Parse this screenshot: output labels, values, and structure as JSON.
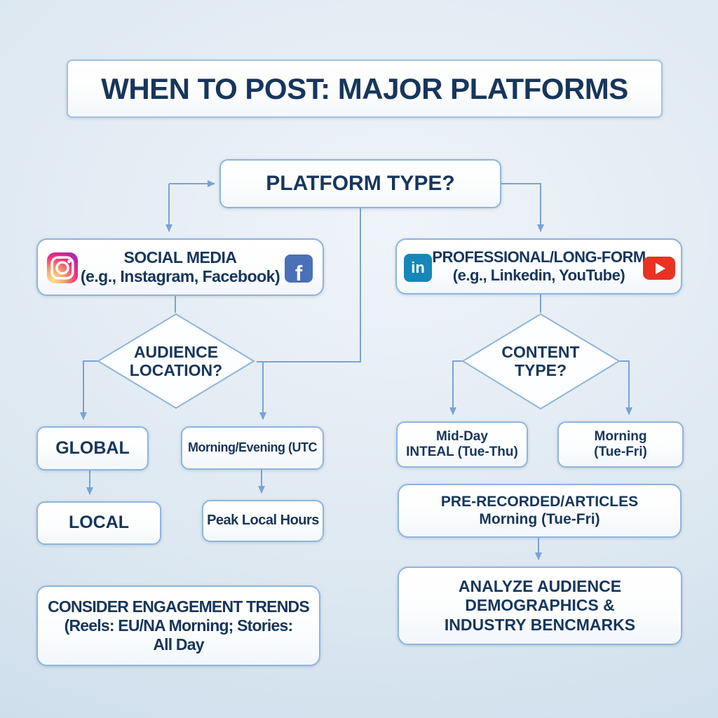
{
  "title": "WHEN TO POST: MAJOR PLATFORMS",
  "colors": {
    "background_light": "#eff4f9",
    "background_dark": "#c6d9e9",
    "node_border": "#8fb4dc",
    "connector": "#7aa2d4",
    "text": "#17365a",
    "facebook_blue": "#4a70b8",
    "linkedin_teal": "#1687b9",
    "youtube_red": "#ea3223",
    "instagram_gradient": [
      "#fee28a",
      "#f9a16b",
      "#ee2a7b",
      "#7d2bd8"
    ]
  },
  "nodes": {
    "platform_type": {
      "label": "PLATFORM TYPE?"
    },
    "social_media": {
      "line1": "SOCIAL MEDIA",
      "line2": "(e.g., Instagram, Facebook)",
      "icons": [
        "instagram-icon",
        "facebook-icon"
      ]
    },
    "professional": {
      "line1": "PROFESSIONAL/LONG-FORM",
      "line2": "(e.g., Linkedin, YouTube)",
      "icons": [
        "linkedin-icon",
        "youtube-icon"
      ]
    },
    "audience_location": {
      "line1": "AUDIENCE",
      "line2": "LOCATION?"
    },
    "content_type": {
      "line1": "CONTENT",
      "line2": "TYPE?"
    },
    "global": {
      "label": "GLOBAL"
    },
    "morning_evening": {
      "label": "Morning/Evening (UTC"
    },
    "local": {
      "label": "LOCAL"
    },
    "peak_local": {
      "label": "Peak Local Hours"
    },
    "mid_day": {
      "line1": "Mid-Day",
      "line2": "INTEAL (Tue-Thu)"
    },
    "morning_tuefri": {
      "line1": "Morning",
      "line2": "(Tue-Fri)"
    },
    "pre_recorded": {
      "line1": "PRE-RECORDED/ARTICLES",
      "line2": "Morning (Tue-Fri)"
    },
    "analyze": {
      "line1": "ANALYZE AUDIENCE",
      "line2": "DEMOGRAPHICS &",
      "line3": "INDUSTRY BENCMARKS"
    },
    "consider": {
      "line1": "CONSIDER ENGAGEMENT TRENDS",
      "line2": "(Reels: EU/NA Morning; Stories:",
      "line3": "All Day"
    },
    "facebook_glyph": "f",
    "linkedin_glyph": "in"
  }
}
